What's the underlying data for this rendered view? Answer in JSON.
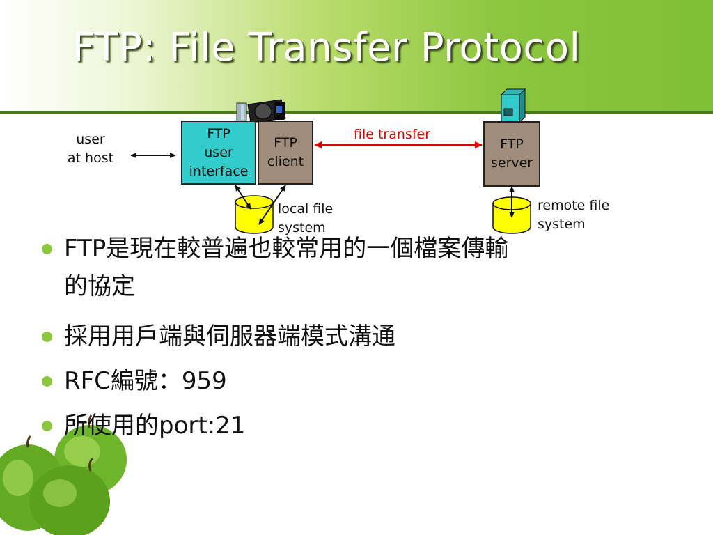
{
  "slide": {
    "title": "FTP: File Transfer Protocol"
  },
  "diagram": {
    "user_label_line1": "user",
    "user_label_line2": "at host",
    "ui_box": [
      "FTP",
      "user",
      "interface"
    ],
    "client_box": [
      "FTP",
      "client"
    ],
    "server_box": [
      "FTP",
      "server"
    ],
    "file_transfer_label": "file transfer",
    "local_fs_line1": "local file",
    "local_fs_line2": "system",
    "remote_fs_line1": "remote file",
    "remote_fs_line2": "system"
  },
  "bullets": [
    {
      "latin": "FTP",
      "cjk": "是現在較普遍也較常用的一個檔案傳輸",
      "line2": "的協定"
    },
    {
      "cjk": "採用用戶端與伺服器端模式溝通"
    },
    {
      "latin": "RFC",
      "cjk": "編號：",
      "tail": "959"
    },
    {
      "cjk": "所使用的",
      "tail": "port:21"
    }
  ],
  "colors": {
    "accent": "#8cc63f",
    "ui_box": "#33cccc",
    "client_server_box": "#a08c7a",
    "transfer_arrow": "#e00000",
    "disk": "#ffff00"
  },
  "icons": [
    "computer-icon",
    "server-icon",
    "disk-icon",
    "apple-image"
  ]
}
